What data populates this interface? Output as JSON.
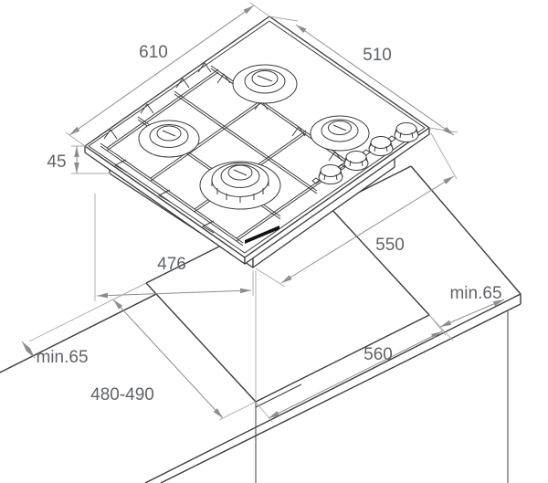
{
  "diagram": {
    "kind": "gas-hob-installation-drawing",
    "product": "4-burner gas hob with countertop cutout",
    "dimensions": {
      "hob_width": "610",
      "hob_depth": "510",
      "hob_height": "45",
      "base_width": "476",
      "base_depth": "550",
      "cutout_width": "560",
      "cutout_depth": "480-490",
      "clearance_right": "min.65",
      "clearance_left": "min.65"
    },
    "colors": {
      "outline": "#3c3c3c",
      "dimension_line": "#8d8d8d",
      "label_text": "#5f6368",
      "brand_bar": "#111111",
      "background": "#ffffff"
    }
  }
}
